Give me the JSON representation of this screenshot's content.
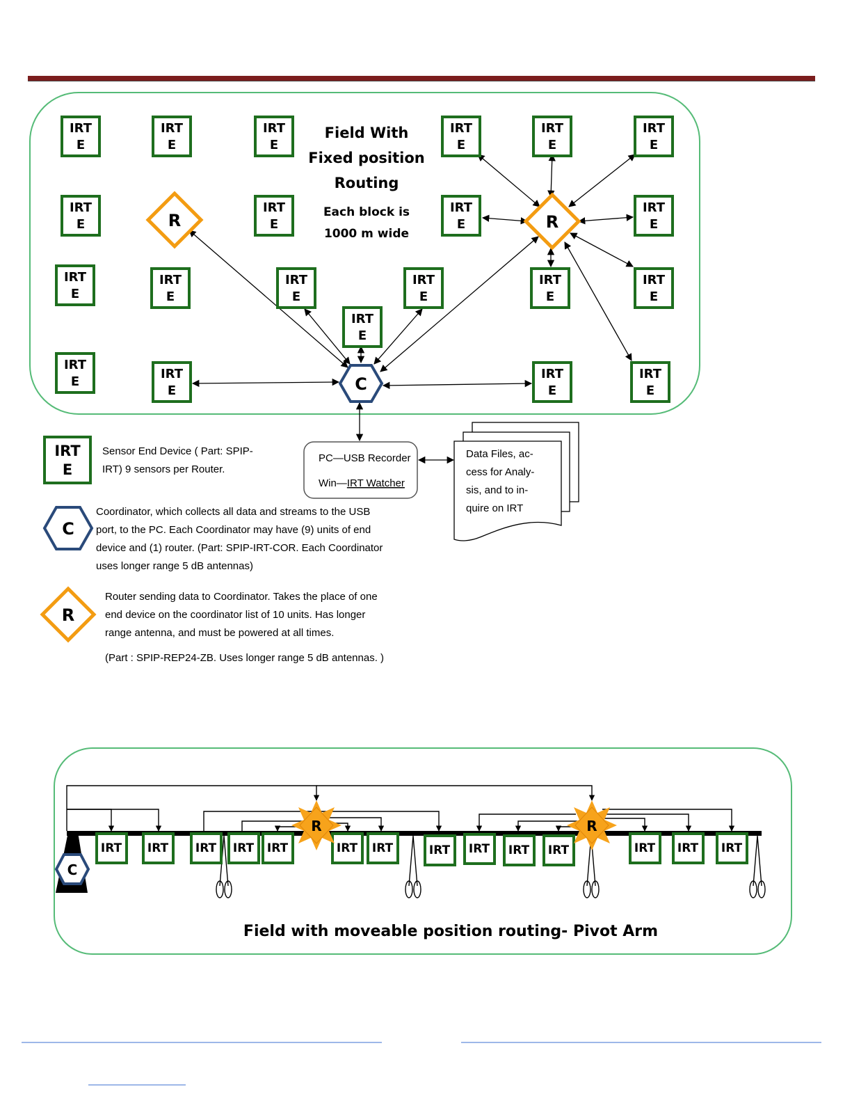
{
  "header": {
    "rule_color": "#7b1d1d"
  },
  "field_fixed": {
    "title_lines": [
      "Field With",
      "Fixed position",
      "Routing"
    ],
    "note_lines": [
      "Each block is",
      "1000 m wide"
    ],
    "sensor_label_top": "IRT",
    "sensor_label_bottom": "E",
    "coordinator_label": "C",
    "router_label": "R",
    "colors": {
      "sensor": "#1e6e1e",
      "router": "#f39c12",
      "coordinator": "#2a4a7a",
      "frame": "#55bb77"
    }
  },
  "recorder": {
    "line1": "PC—USB Recorder",
    "line2_prefix": "Win—",
    "line2_link": "IRT Watcher"
  },
  "data_files": {
    "lines": [
      "Data Files, ac-",
      "cess for Analy-",
      "sis, and to in-",
      "quire on IRT"
    ]
  },
  "legend": {
    "sensor": {
      "icon_top": "IRT",
      "icon_bottom": "E",
      "lines": [
        "Sensor End Device ( Part: SPIP-",
        "IRT) 9 sensors per Router."
      ]
    },
    "coordinator": {
      "icon": "C",
      "lines": [
        "Coordinator, which collects all data and streams to the USB",
        "port, to the PC. Each Coordinator may have (9) units of end",
        "device and (1) router. (Part: SPIP-IRT-COR. Each Coordinator",
        "uses longer range 5 dB antennas)"
      ]
    },
    "router": {
      "icon": "R",
      "lines": [
        "Router sending data to Coordinator. Takes the place of one",
        "end device on the coordinator list of 10 units.  Has longer",
        "range antenna, and must be powered at all times."
      ],
      "part_line": "(Part : SPIP-REP24-ZB.  Uses longer range 5 dB antennas. )"
    }
  },
  "field_pivot": {
    "title": "Field with moveable position routing-  Pivot Arm",
    "sensor_label": "IRT",
    "router_label": "R",
    "coordinator_label": "C"
  }
}
